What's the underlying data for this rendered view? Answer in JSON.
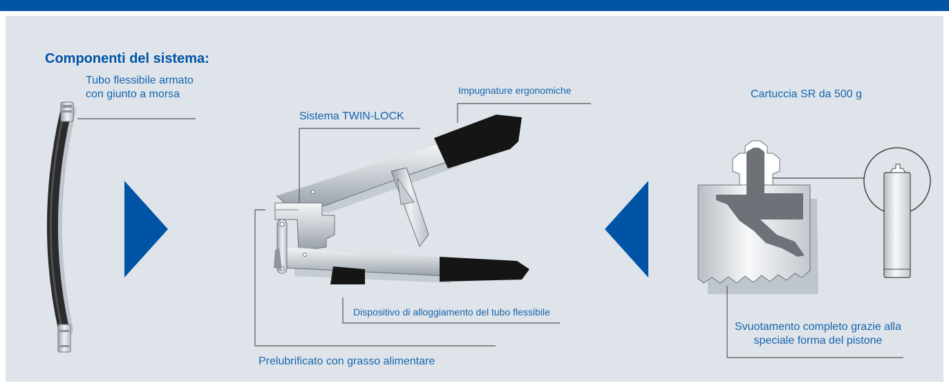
{
  "header": {
    "title": "Componenti del sistema:"
  },
  "labels": {
    "hose_line1": "Tubo flessibile armato",
    "hose_line2": "con giunto a morsa",
    "grips": "Impugnature ergonomiche",
    "twin_lock": "Sistema TWIN-LOCK",
    "cartridge": "Cartuccia SR da 500 g",
    "hose_holder": "Dispositivo di alloggiamento del tubo flessibile",
    "prelubricated": "Prelubrificato con grasso alimentare",
    "piston_line1": "Svuotamento completo grazie alla",
    "piston_line2": "speciale forma del pistone"
  },
  "colors": {
    "brand_blue": "#0054a6",
    "label_blue": "#1565ae",
    "panel_bg": "#dfe4ea"
  }
}
